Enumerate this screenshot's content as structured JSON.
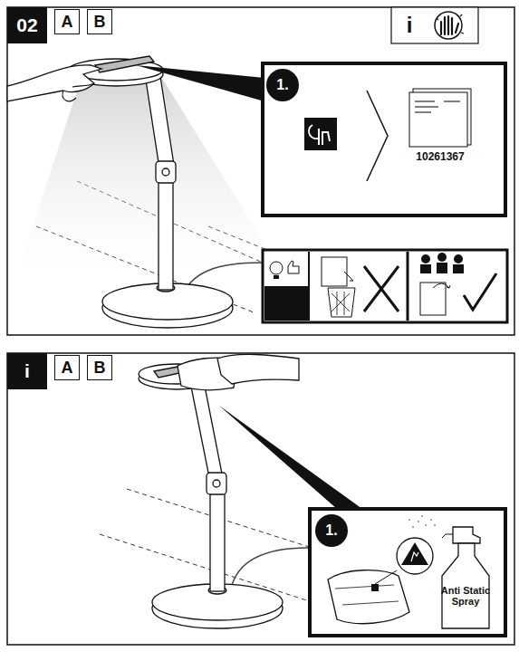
{
  "diagram": {
    "nodes": [
      {
        "text": [
          "02"
        ]
      },
      {
        "text": [
          "A"
        ]
      },
      {
        "text": [
          "B"
        ]
      },
      {
        "text": [
          "i"
        ]
      },
      {
        "text": [
          "1."
        ]
      },
      {
        "text": [
          "i"
        ]
      },
      {
        "text": [
          "A"
        ]
      },
      {
        "text": [
          "B"
        ]
      },
      {
        "text": [
          "1."
        ]
      },
      {
        "text": [
          "Anti Static Spray"
        ]
      }
    ],
    "labels": [
      "10261367"
    ]
  }
}
